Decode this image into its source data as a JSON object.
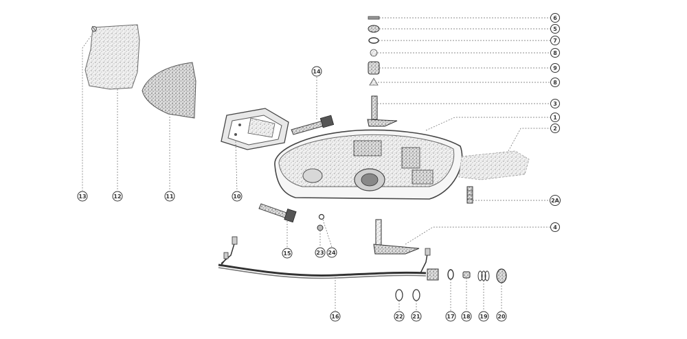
{
  "diagram": {
    "callouts": [
      "6",
      "5",
      "7",
      "8",
      "9",
      "8",
      "3",
      "1",
      "2",
      "2A",
      "4",
      "14",
      "15",
      "10",
      "11",
      "12",
      "13",
      "23",
      "24",
      "16",
      "22",
      "21",
      "17",
      "18",
      "19",
      "20"
    ]
  }
}
